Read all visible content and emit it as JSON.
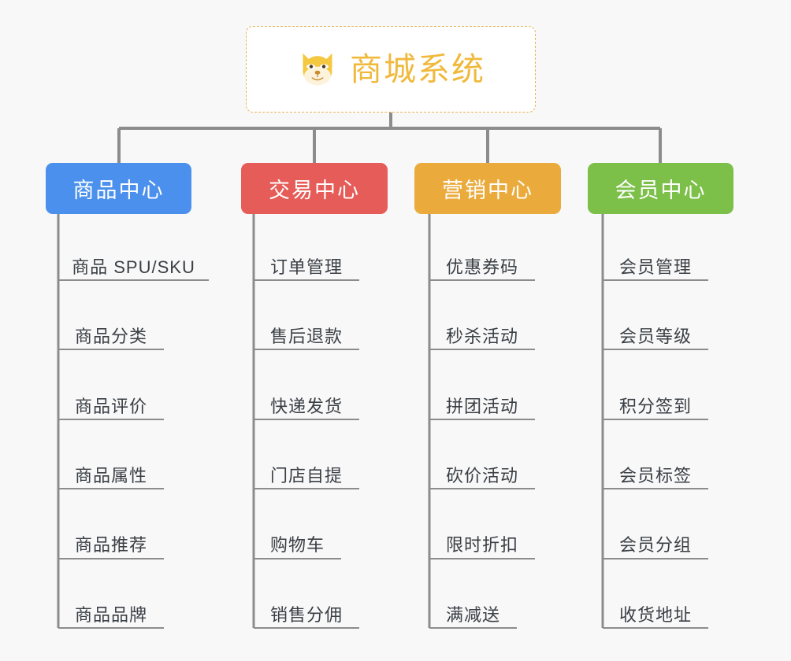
{
  "page": {
    "background_color": "#f8f8f8",
    "type": "org-chart",
    "text_color": "#3a3f45",
    "line_color": "#8c8c8c"
  },
  "root": {
    "title": "商城系统",
    "icon": "shiba-dog-face-icon",
    "border_color": "#e8b455",
    "text_color": "#f0b93c",
    "background_color": "#ffffff"
  },
  "columns": [
    {
      "header": "商品中心",
      "color": "#4a90ec",
      "items": [
        "商品 SPU/SKU",
        "商品分类",
        "商品评价",
        "商品属性",
        "商品推荐",
        "商品品牌"
      ]
    },
    {
      "header": "交易中心",
      "color": "#e55c58",
      "items": [
        "订单管理",
        "售后退款",
        "快递发货",
        "门店自提",
        "购物车",
        "销售分佣"
      ]
    },
    {
      "header": "营销中心",
      "color": "#eaab3c",
      "items": [
        "优惠券码",
        "秒杀活动",
        "拼团活动",
        "砍价活动",
        "限时折扣",
        "满减送"
      ]
    },
    {
      "header": "会员中心",
      "color": "#7cc04a",
      "items": [
        "会员管理",
        "会员等级",
        "积分签到",
        "会员标签",
        "会员分组",
        "收货地址"
      ]
    }
  ]
}
